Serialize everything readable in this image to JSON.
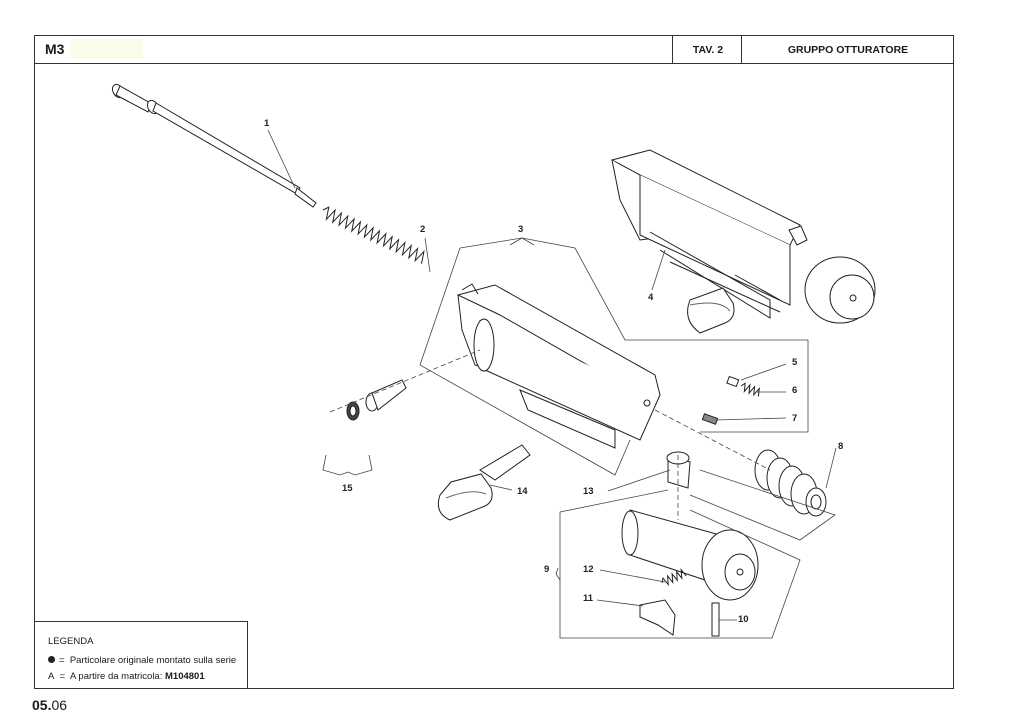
{
  "header": {
    "model": "M3",
    "table": "TAV. 2",
    "group_title": "GRUPPO OTTURATORE"
  },
  "legend": {
    "title": "LEGENDA",
    "row1_symbol": "=",
    "row1_text": "Particolare originale montato sulla serie",
    "row2_symbol": "A",
    "row2_eq": "=",
    "row2_text": "A partire da matricola:",
    "row2_serial": "M104801"
  },
  "page": {
    "section": "05.",
    "number": "06"
  },
  "parts": [
    "1",
    "2",
    "3",
    "4",
    "5",
    "6",
    "7",
    "8",
    "9",
    "10",
    "11",
    "12",
    "13",
    "14",
    "15"
  ]
}
